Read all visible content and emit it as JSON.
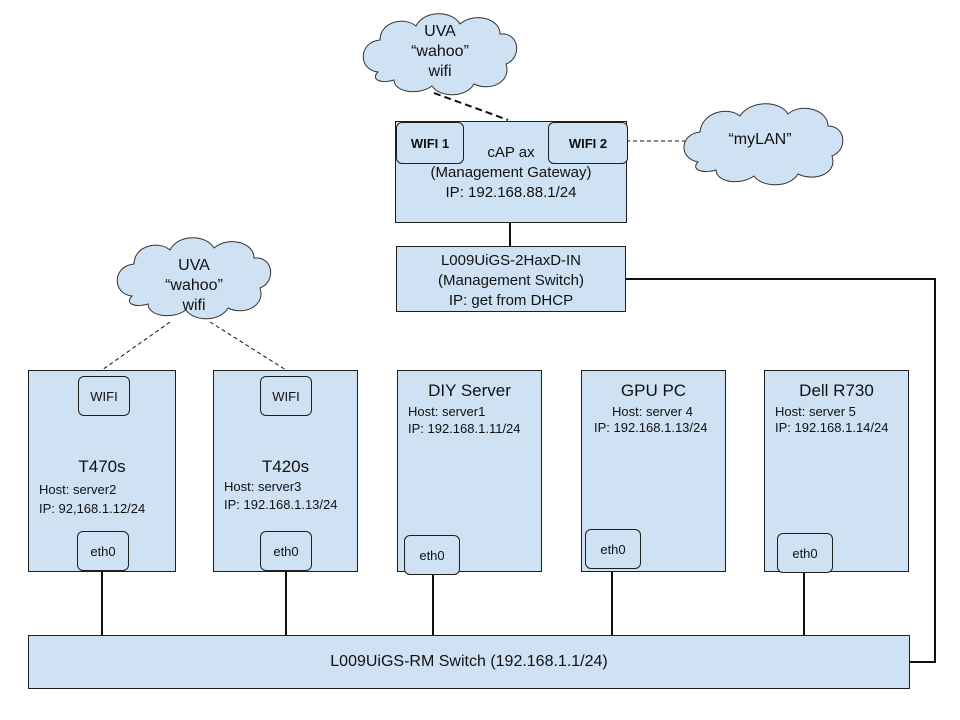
{
  "gateway": {
    "wifi1": "WIFI 1",
    "wifi2": "WIFI 2",
    "name": "cAP ax",
    "role": "(Management Gateway)",
    "ip": "IP: 192.168.88.1/24"
  },
  "mgmt_switch": {
    "name": "L009UiGS-2HaxD-IN",
    "role": "(Management Switch)",
    "ip": "IP: get from DHCP"
  },
  "clouds": {
    "top": [
      "UVA",
      "“wahoo”",
      "wifi"
    ],
    "left": [
      "UVA",
      "“wahoo”",
      "wifi"
    ],
    "mylan": "“myLAN”"
  },
  "servers": [
    {
      "wifi": "WIFI",
      "name": "T470s",
      "host": "Host: server2",
      "ip": "IP: 92,168.1.12/24",
      "eth": "eth0"
    },
    {
      "wifi": "WIFI",
      "name": "T420s",
      "host": "Host: server3",
      "ip": "IP: 192.168.1.13/24",
      "eth": "eth0"
    },
    {
      "name": "DIY Server",
      "host": "Host: server1",
      "ip": "IP: 192.168.1.11/24",
      "eth": "eth0"
    },
    {
      "name": "GPU PC",
      "host": "Host: server 4",
      "ip": "IP: 192.168.1.13/24",
      "eth": "eth0"
    },
    {
      "name": "Dell R730",
      "host": "Host: server 5",
      "ip": "IP: 192.168.1.14/24",
      "eth": "eth0"
    }
  ],
  "main_switch": {
    "label": "L009UiGS-RM Switch (192.168.1.1/24)"
  }
}
